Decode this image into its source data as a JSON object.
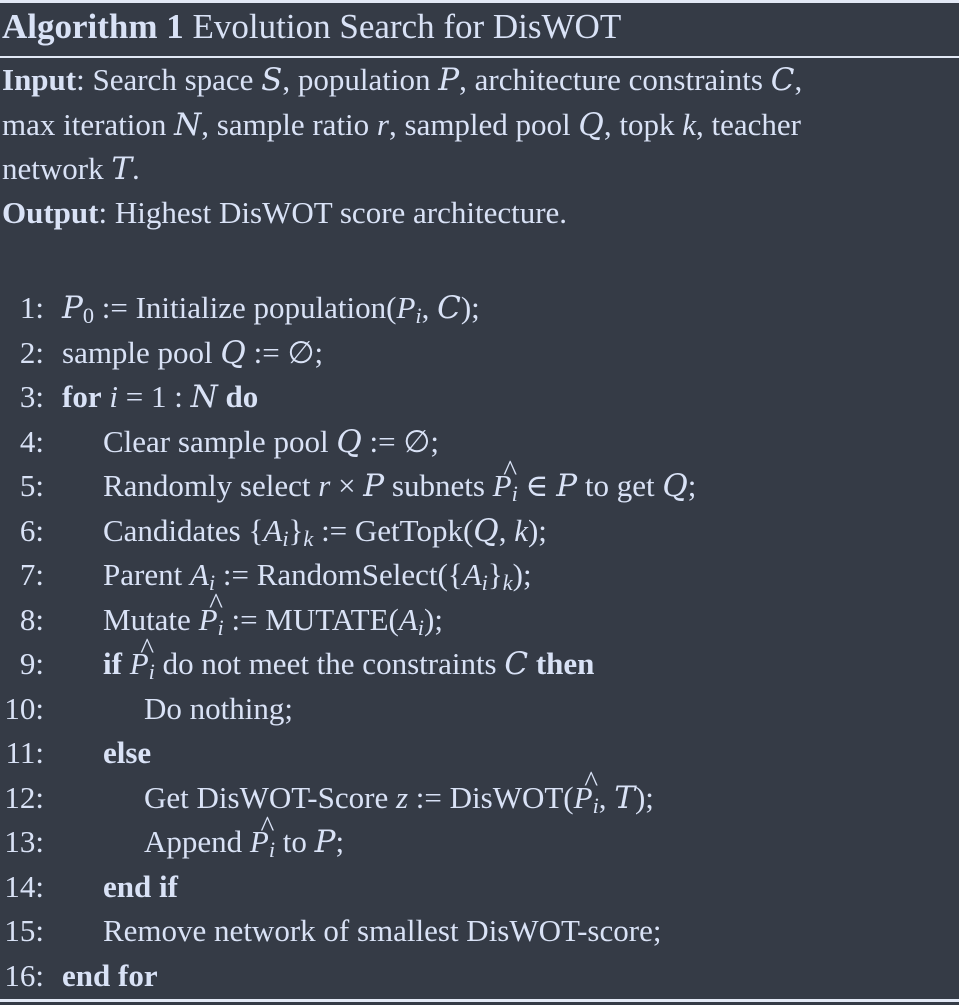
{
  "algorithm": {
    "label": "Algorithm 1",
    "title": "Evolution Search for DisWOT",
    "input_label": "Input",
    "output_label": "Output",
    "output_text": ": Highest DisWOT score architecture."
  },
  "steps": [
    {
      "num": "1:",
      "indent": 0
    },
    {
      "num": "2:",
      "indent": 0
    },
    {
      "num": "3:",
      "indent": 0
    },
    {
      "num": "4:",
      "indent": 1
    },
    {
      "num": "5:",
      "indent": 1
    },
    {
      "num": "6:",
      "indent": 1
    },
    {
      "num": "7:",
      "indent": 1
    },
    {
      "num": "8:",
      "indent": 1
    },
    {
      "num": "9:",
      "indent": 1
    },
    {
      "num": "10:",
      "indent": 2
    },
    {
      "num": "11:",
      "indent": 1
    },
    {
      "num": "12:",
      "indent": 2
    },
    {
      "num": "13:",
      "indent": 2
    },
    {
      "num": "14:",
      "indent": 1
    },
    {
      "num": "15:",
      "indent": 1
    },
    {
      "num": "16:",
      "indent": 0
    }
  ]
}
